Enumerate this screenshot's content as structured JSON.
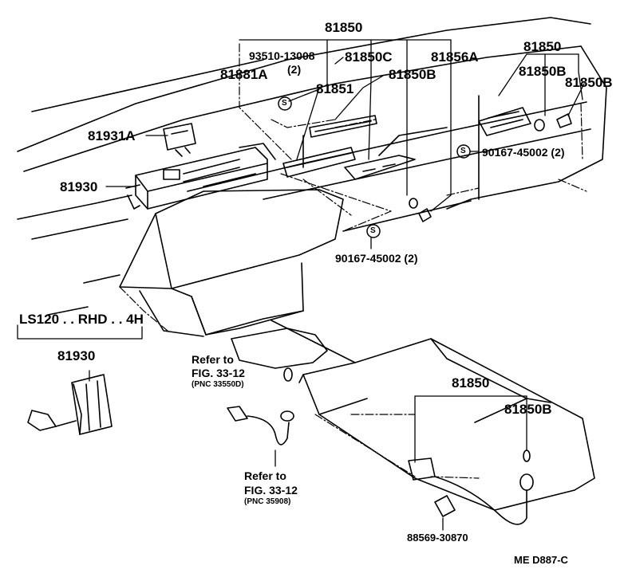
{
  "labels": {
    "p81850_top": "81850",
    "p93510": "93510-13008",
    "p93510_qty": "(2)",
    "p81850C": "81850C",
    "p81856A": "81856A",
    "p81881A": "81881A",
    "p81851": "81851",
    "p81850B_mid": "81850B",
    "p81850_right": "81850",
    "p81850B_r1": "81850B",
    "p81850B_r2": "81850B",
    "p81931A": "81931A",
    "p90167_right": "90167-45002 (2)",
    "p81930_main": "81930",
    "p90167_center": "90167-45002 (2)",
    "variant": "LS120 . . RHD . . 4H",
    "p81930_variant": "81930",
    "refer1_line1": "Refer to",
    "refer1_line2": "FIG. 33-12",
    "refer1_pnc": "(PNC 33550D)",
    "refer2_line1": "Refer to",
    "refer2_line2": "FIG. 33-12",
    "refer2_pnc": "(PNC 35908)",
    "p81850_lower": "81850",
    "p81850B_lower": "81850B",
    "p88569": "88569-30870",
    "fig_code": "ME  D887-C",
    "screw_symbol": "S"
  }
}
